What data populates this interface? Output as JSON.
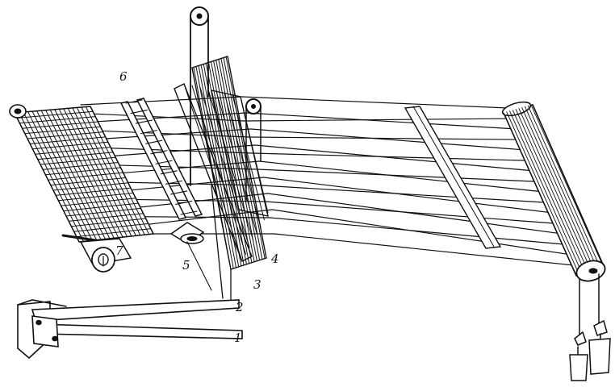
{
  "figure": {
    "labels": [
      {
        "id": "heddle-frame",
        "text": "1"
      },
      {
        "id": "treadle",
        "text": "2"
      },
      {
        "id": "heddle-front",
        "text": "3"
      },
      {
        "id": "heddle-rear",
        "text": "4"
      },
      {
        "id": "shuttle",
        "text": "5"
      },
      {
        "id": "reed",
        "text": "6"
      },
      {
        "id": "ratchet",
        "text": "7"
      }
    ]
  }
}
